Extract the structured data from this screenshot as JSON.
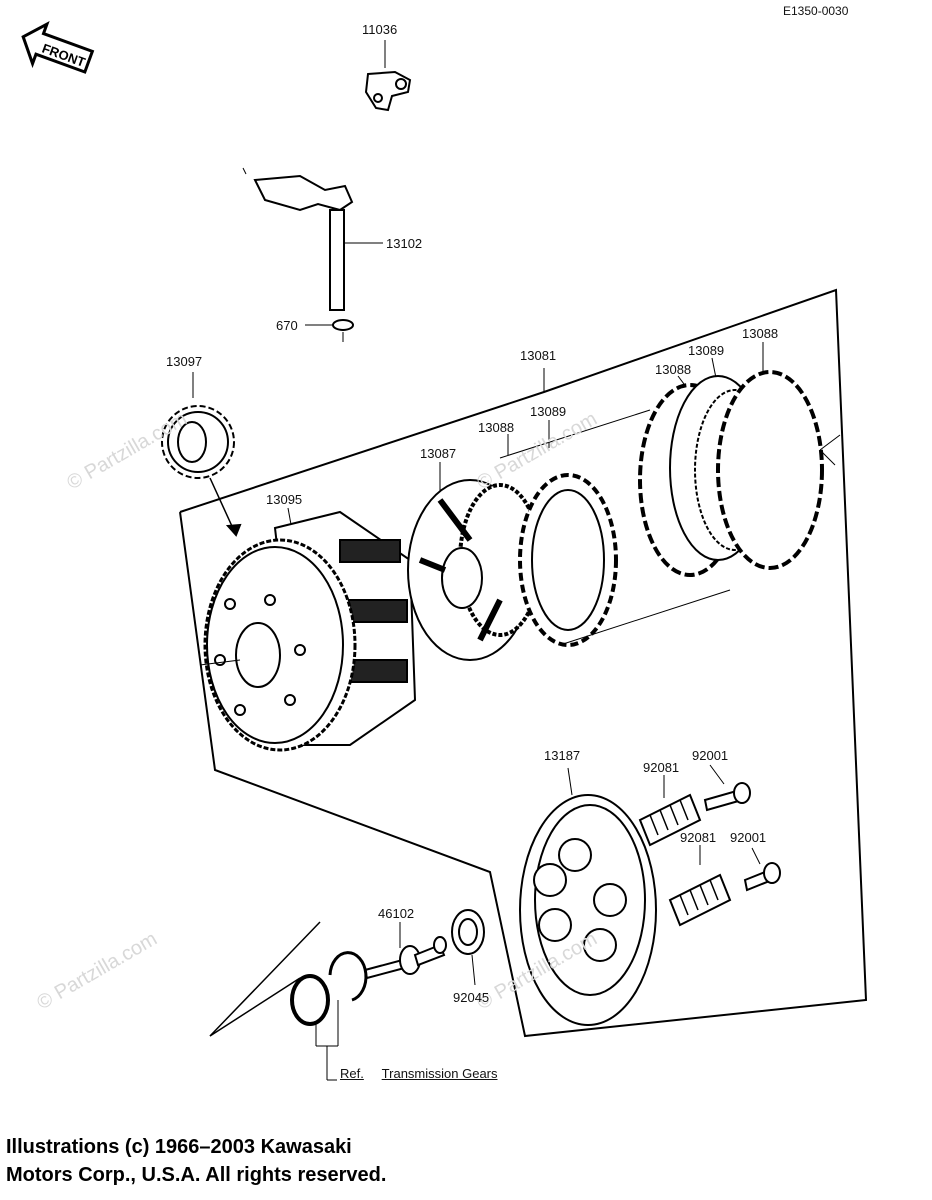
{
  "diagram_code": "E1350-0030",
  "front_badge": "FRONT",
  "watermarks": [
    "© Partzilla.com",
    "© Partzilla.com",
    "© Partzilla.com",
    "© Partzilla.com"
  ],
  "part_numbers": {
    "p11036": "11036",
    "p13102": "13102",
    "p670": "670",
    "p13097": "13097",
    "p13081": "13081",
    "p13088_a": "13088",
    "p13089_a": "13089",
    "p13088_b": "13088",
    "p13089_b": "13089",
    "p13088_c": "13088",
    "p13087": "13087",
    "p13095": "13095",
    "p13187": "13187",
    "p92081_a": "92081",
    "p92001_a": "92001",
    "p92081_b": "92081",
    "p92001_b": "92001",
    "p46102": "46102",
    "p92045": "92045"
  },
  "reference": {
    "prefix": "Ref.",
    "text": "Transmission Gears"
  },
  "copyright": {
    "line1": "Illustrations (c) 1966–2003 Kawasaki",
    "line2": "Motors Corp., U.S.A.  All rights reserved."
  }
}
